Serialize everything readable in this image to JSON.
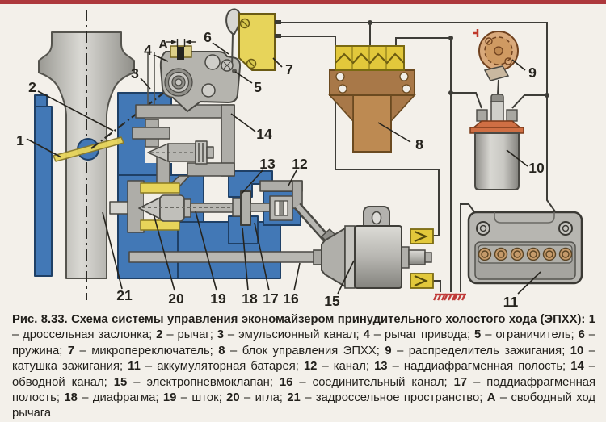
{
  "figure": {
    "caption_title": "Рис. 8.33. Схема системы управления экономайзером принудительного холостого хода (ЭПХХ):",
    "legend": [
      {
        "num": "1",
        "desc": "дроссельная заслонка"
      },
      {
        "num": "2",
        "desc": "рычаг"
      },
      {
        "num": "3",
        "desc": "эмульсионный канал"
      },
      {
        "num": "4",
        "desc": "рычаг привода"
      },
      {
        "num": "5",
        "desc": "ограничитель"
      },
      {
        "num": "6",
        "desc": "пружина"
      },
      {
        "num": "7",
        "desc": "микропереключатель"
      },
      {
        "num": "8",
        "desc": "блок управления ЭПХХ"
      },
      {
        "num": "9",
        "desc": "распределитель зажигания"
      },
      {
        "num": "10",
        "desc": "катушка зажигания"
      },
      {
        "num": "11",
        "desc": "аккумуляторная батарея"
      },
      {
        "num": "12",
        "desc": "канал"
      },
      {
        "num": "13",
        "desc": "наддиафрагменная полость"
      },
      {
        "num": "14",
        "desc": "обводной канал"
      },
      {
        "num": "15",
        "desc": "электропневмоклапан"
      },
      {
        "num": "16",
        "desc": "соединительный канал"
      },
      {
        "num": "17",
        "desc": "поддиафрагменная полость"
      },
      {
        "num": "18",
        "desc": "диафрагма"
      },
      {
        "num": "19",
        "desc": "шток"
      },
      {
        "num": "20",
        "desc": "игла"
      },
      {
        "num": "21",
        "desc": "задроссельное пространство"
      },
      {
        "num": "А",
        "desc": "свободный ход рычага"
      }
    ],
    "callouts": {
      "c1": "1",
      "c2": "2",
      "c3": "3",
      "c4": "4",
      "c5": "5",
      "c6": "6",
      "c7": "7",
      "c8": "8",
      "c9": "9",
      "c10": "10",
      "c11": "11",
      "c12": "12",
      "c13": "13",
      "c14": "14",
      "c15": "15",
      "c16": "16",
      "c17": "17",
      "c18": "18",
      "c19": "19",
      "c20": "20",
      "c21": "21",
      "cA": "А"
    }
  },
  "colors": {
    "paper": "#f3f0ea",
    "band_red": "#ad383c",
    "wire": "#3e3d38",
    "carb_blue": "#4278b6",
    "part_gray": "#b6b5b0",
    "seal_yellow": "#e7d45a",
    "connector_yellow": "#e2c83b",
    "block_brown": "#bd8a52",
    "distributor_tan": "#d9a97b",
    "coil_orange": "#cf6f44",
    "battery_gray": "#b7b6b1",
    "ground_red": "#c03a38"
  }
}
